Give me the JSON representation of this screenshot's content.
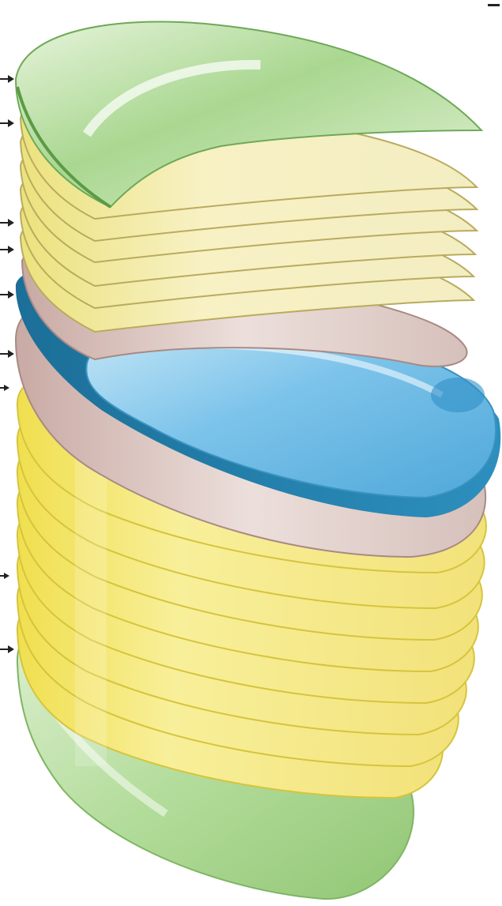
{
  "diagram": {
    "kind": "exploded layered lens stack",
    "layers": [
      {
        "role": "top-cap",
        "material": "green-glass",
        "color": "#9ccf86"
      },
      {
        "role": "film",
        "material": "yellow-film",
        "color": "#f0e7a0"
      },
      {
        "role": "film",
        "material": "yellow-film",
        "color": "#f0e7a0"
      },
      {
        "role": "film",
        "material": "yellow-film",
        "color": "#f0e7a0"
      },
      {
        "role": "film",
        "material": "yellow-film",
        "color": "#f0e7a0"
      },
      {
        "role": "film",
        "material": "yellow-film",
        "color": "#f0e7a0"
      },
      {
        "role": "film",
        "material": "yellow-film",
        "color": "#f0e7a0"
      },
      {
        "role": "spacer",
        "material": "mauve-film",
        "color": "#d9c2bd"
      },
      {
        "role": "core",
        "material": "blue-glass",
        "color": "#6cb8e3"
      },
      {
        "role": "spacer",
        "material": "mauve-film",
        "color": "#d7c1bd"
      },
      {
        "role": "film",
        "material": "yellow-film",
        "color": "#f4e68a"
      },
      {
        "role": "film",
        "material": "yellow-film",
        "color": "#f4e68a"
      },
      {
        "role": "film",
        "material": "yellow-film",
        "color": "#f4e68a"
      },
      {
        "role": "film",
        "material": "yellow-film",
        "color": "#f4e68a"
      },
      {
        "role": "film",
        "material": "yellow-film",
        "color": "#f4e68a"
      },
      {
        "role": "film",
        "material": "yellow-film",
        "color": "#f4e68a"
      },
      {
        "role": "film",
        "material": "yellow-film",
        "color": "#f4e68a"
      },
      {
        "role": "film",
        "material": "yellow-film",
        "color": "#f4e68a"
      },
      {
        "role": "bottom-cap",
        "material": "green-glass",
        "color": "#a8d48f"
      }
    ],
    "callout_count": 9
  }
}
